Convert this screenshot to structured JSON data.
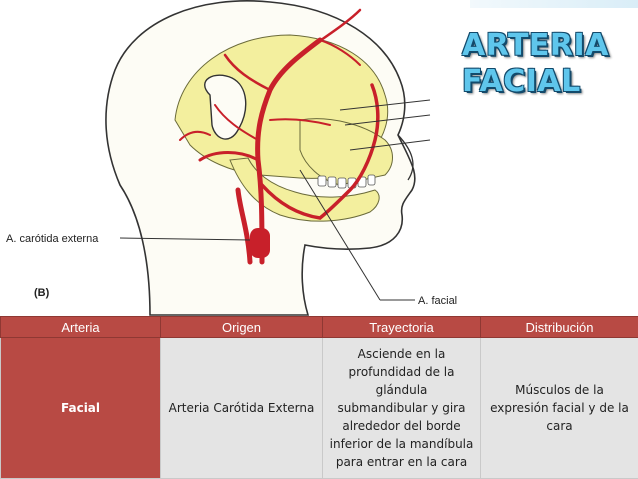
{
  "title": {
    "line1": "ARTERIA",
    "line2": "FACIAL"
  },
  "illustration": {
    "panel_label": "(B)",
    "labels": [
      "A. carótida externa",
      "A. facial"
    ]
  },
  "table": {
    "headers": [
      "Arteria",
      "Origen",
      "Trayectoria",
      "Distribución"
    ],
    "row": {
      "arteria": "Facial",
      "origen": "Arteria Carótida Externa",
      "trayectoria": "Asciende en la profundidad de la glándula submandibular y gira alrededor del borde inferior de la mandíbula para entrar en la cara",
      "distribucion": "Músculos de la expresión facial y de la cara"
    }
  },
  "colors": {
    "header": "#b84a44",
    "cell": "#e4e4e4",
    "title": "#5fc6ec",
    "artery": "#c8202a",
    "bone": "#f3ef9e"
  }
}
